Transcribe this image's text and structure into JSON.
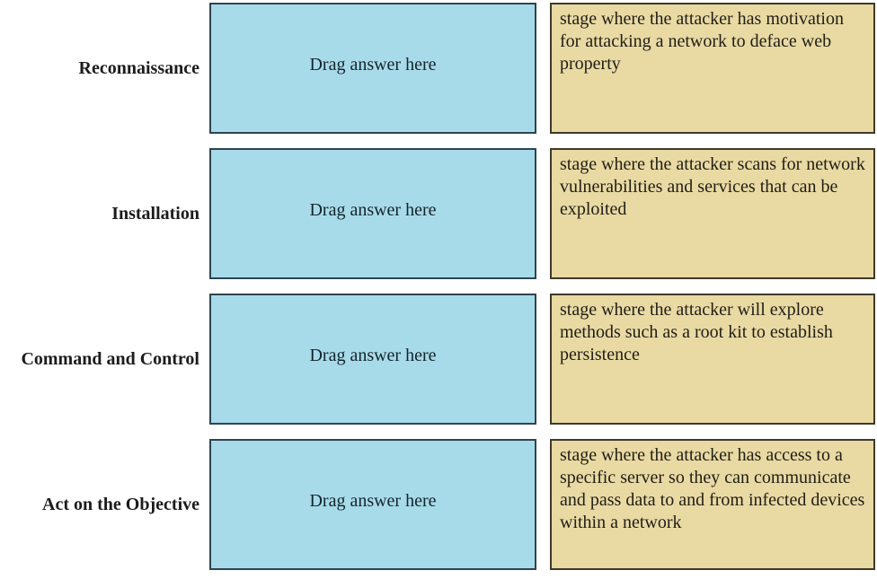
{
  "activity": {
    "type": "drag-and-drop-matching",
    "topic": "cyber attack kill chain stages"
  },
  "colors": {
    "drop_zone_bg": "#a8dbe9",
    "drop_zone_border": "#2e4450",
    "card_bg": "#e9d9a3",
    "card_border": "#3e3a2a",
    "page_bg": "#ffffff",
    "text": "#1c1c1c"
  },
  "rows": [
    {
      "label": "Reconnaissance",
      "drop_placeholder": "Drag answer here",
      "answer_text": "stage where the attacker has motivation for attacking a network to deface web property"
    },
    {
      "label": "Installation",
      "drop_placeholder": "Drag answer here",
      "answer_text": "stage where the attacker scans for network vulnerabilities and services that can be exploited"
    },
    {
      "label": "Command and Control",
      "drop_placeholder": "Drag answer here",
      "answer_text": "stage where the attacker will explore methods such as a root kit to establish persistence"
    },
    {
      "label": "Act on the Objective",
      "drop_placeholder": "Drag answer here",
      "answer_text": "stage where the attacker has access to a specific server so they can communicate and pass data to and from infected devices within a network"
    }
  ]
}
